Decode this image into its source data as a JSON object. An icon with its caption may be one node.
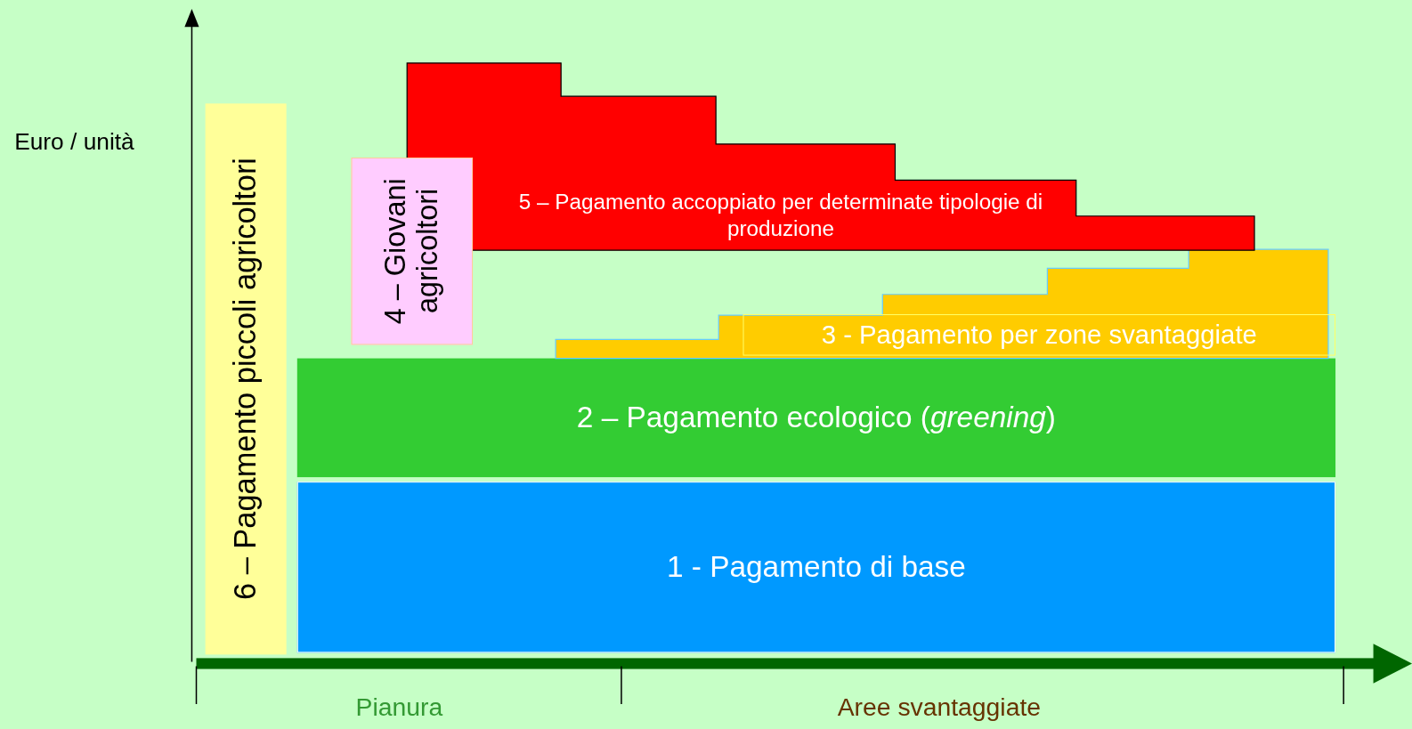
{
  "diagram": {
    "nodes": [
      {
        "text": [
          "6 – Pagamento piccoli agricoltori"
        ]
      },
      {
        "text": [
          "4 – Giovani agricoltori"
        ]
      },
      {
        "text": [
          "5 – Pagamento accoppiato per determinate tipologie di produzione"
        ]
      },
      {
        "text": [
          "3 - Pagamento per zone svantaggiate"
        ]
      },
      {
        "text": [
          "2 – Pagamento ecologico (*greening*)"
        ]
      },
      {
        "text": [
          "1 - Pagamento di base"
        ]
      }
    ],
    "labels": [
      "Euro / unità",
      "Pianura",
      "Aree svantaggiate"
    ]
  }
}
